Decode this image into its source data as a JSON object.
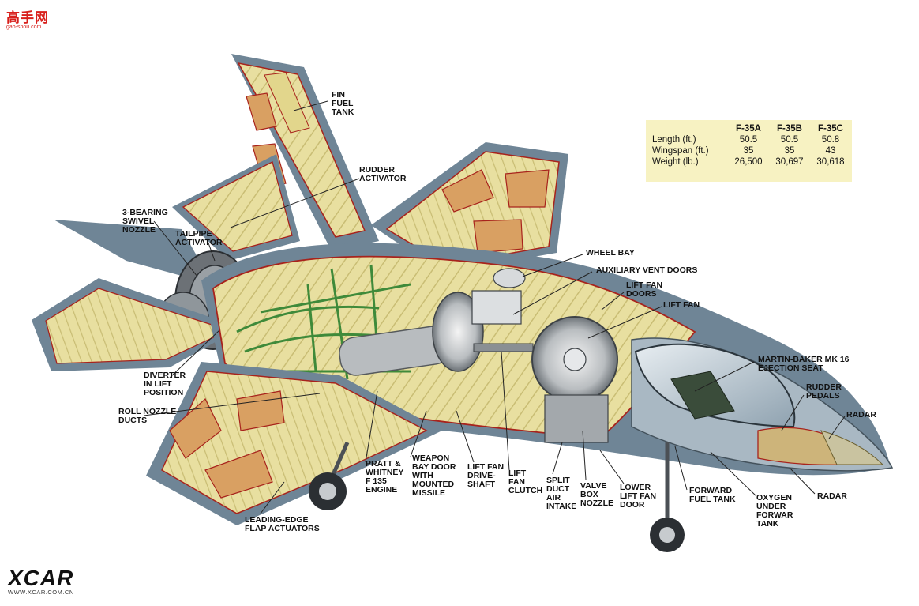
{
  "watermarks": {
    "top_brand": "高手网",
    "top_url": "gao-shou.com",
    "bottom_brand": "XCAR",
    "bottom_url": "WWW.XCAR.COM.CN"
  },
  "spec_table": {
    "headers": [
      "",
      "F-35A",
      "F-35B",
      "F-35C"
    ],
    "rows": [
      {
        "label": "Length (ft.)",
        "values": [
          "50.5",
          "50.5",
          "50.8"
        ]
      },
      {
        "label": "Wingspan (ft.)",
        "values": [
          "35",
          "35",
          "43"
        ]
      },
      {
        "label": "Weight (lb.)",
        "values": [
          "26,500",
          "30,697",
          "30,618"
        ]
      }
    ]
  },
  "labels": {
    "fin_fuel_tank": "FIN\nFUEL\nTANK",
    "rudder_activator": "RUDDER\nACTIVATOR",
    "three_bearing_swivel_nozzle": "3-BEARING\nSWIVEL\nNOZZLE",
    "tailpipe_activator": "TAILPIPE\nACTIVATOR",
    "wheel_bay": "WHEEL BAY",
    "auxiliary_vent_doors": "AUXILIARY VENT DOORS",
    "lift_fan_doors": "LIFT FAN\nDOORS",
    "lift_fan": "LIFT FAN",
    "ejection_seat": "MARTIN-BAKER MK 16\nEJECTION SEAT",
    "rudder_pedals": "RUDDER\nPEDALS",
    "radar_upper": "RADAR",
    "radar_lower": "RADAR",
    "diverter": "DIVERTER\nIN LIFT\nPOSITION",
    "roll_nozzle_ducts": "ROLL NOZZLE\nDUCTS",
    "pratt_whitney": "PRATT &\nWHITNEY\nF 135\nENGINE",
    "weapon_bay_door": "WEAPON\nBAY DOOR\nWITH\nMOUNTED\nMISSILE",
    "lift_fan_drive_shaft": "LIFT FAN\nDRIVE-\nSHAFT",
    "lift_fan_clutch": "LIFT\nFAN\nCLUTCH",
    "split_duct_air_intake": "SPLIT\nDUCT\nAIR\nINTAKE",
    "valve_box_nozzle": "VALVE\nBOX\nNOZZLE",
    "lower_lift_fan_door": "LOWER\nLIFT FAN\nDOOR",
    "forward_fuel_tank": "FORWARD\nFUEL TANK",
    "oxygen_tank": "OXYGEN\nUNDER\nFORWAR\nTANK",
    "leading_edge_flap_actuators": "LEADING-EDGE\nFLAP ACTUATORS"
  },
  "colors": {
    "skin": "#6f8596",
    "skin_light": "#a9b8c3",
    "structure": "#e8dfa0",
    "structure_dark": "#c9bd74",
    "tank": "#d9a062",
    "tank_outline": "#a8231c",
    "piping": "#3f8a3a",
    "engine": "#b8bcbf",
    "table_bg": "#f7f2c2",
    "brand_red": "#d8201c"
  }
}
